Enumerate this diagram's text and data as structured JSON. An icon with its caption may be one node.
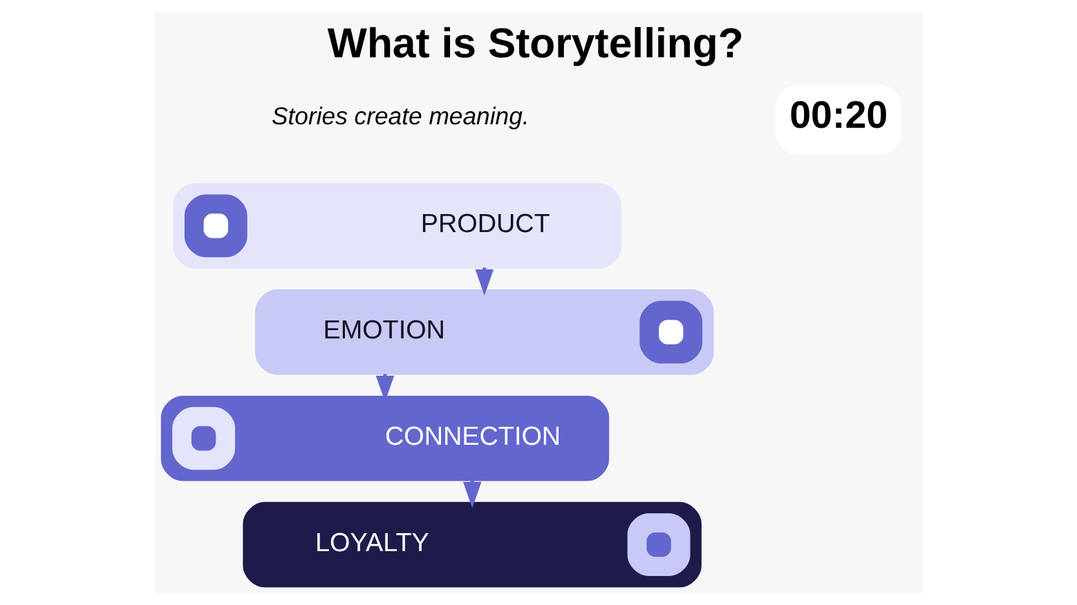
{
  "diagram": {
    "title": "What is Storytelling?",
    "nodes": [
      {
        "text": [
          "PRODUCT"
        ]
      },
      {
        "text": [
          "EMOTION"
        ]
      },
      {
        "text": [
          "CONNECTION"
        ]
      },
      {
        "text": [
          "LOYALTY"
        ]
      }
    ],
    "edges": [
      {
        "from": 0,
        "to": 1,
        "arrow": "to"
      },
      {
        "from": 1,
        "to": 2,
        "arrow": "to"
      },
      {
        "from": 2,
        "to": 3,
        "arrow": "to"
      }
    ],
    "labels": [
      "Stories create meaning.",
      "00:20"
    ]
  }
}
